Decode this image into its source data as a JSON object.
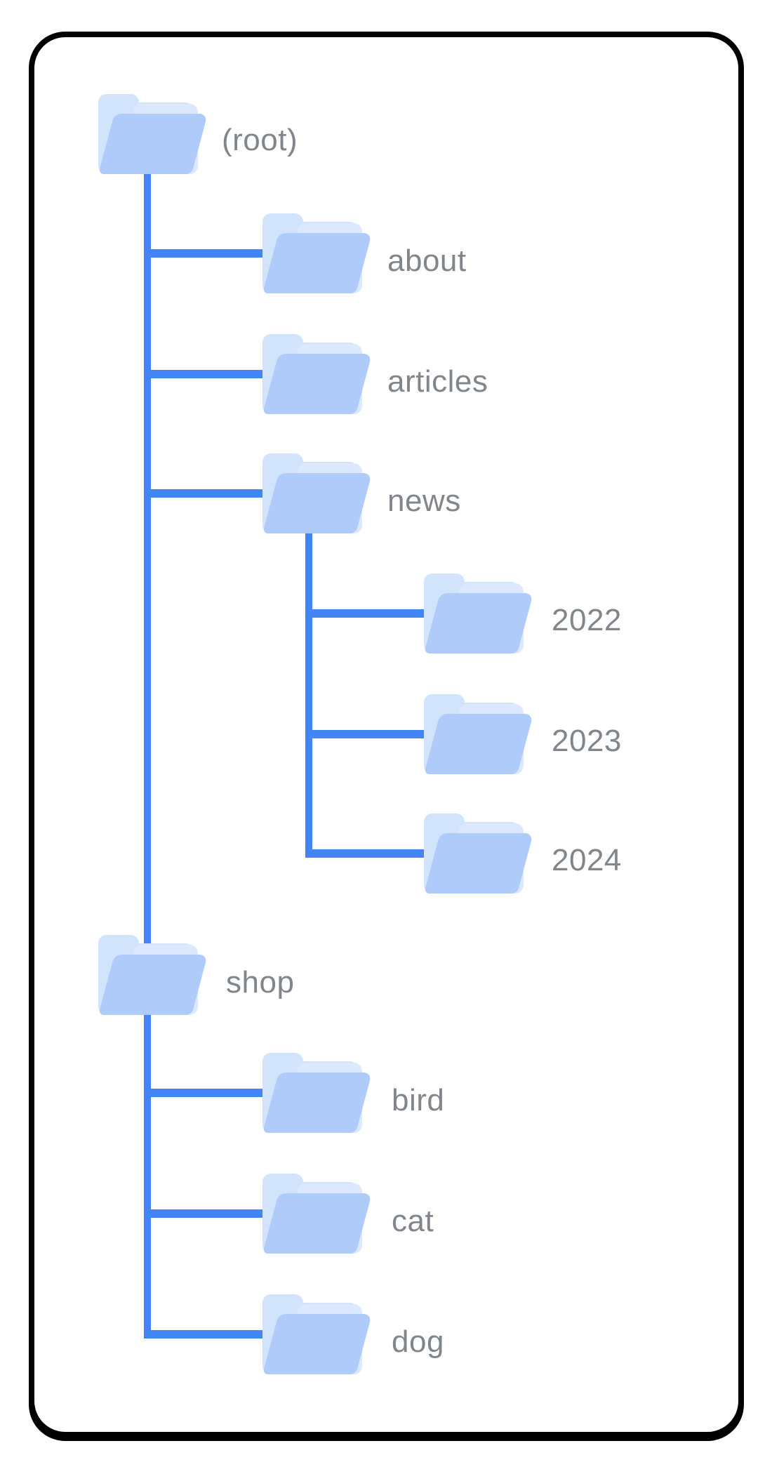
{
  "diagram": {
    "kind": "site-folder-structure-tree",
    "colors": {
      "background": "#FFFFFF",
      "frame_border": "#000000",
      "connector_blue": "#4285F4",
      "folder_front_blue": "#AECBFA",
      "folder_back_blue": "#D2E3FC",
      "folder_sheet_blue": "#DCE8FD",
      "label_gray": "#80868B"
    },
    "tree": {
      "label": "(root)",
      "children": [
        {
          "label": "about",
          "children": []
        },
        {
          "label": "articles",
          "children": []
        },
        {
          "label": "news",
          "children": [
            {
              "label": "2022"
            },
            {
              "label": "2023"
            },
            {
              "label": "2024"
            }
          ]
        },
        {
          "label": "shop",
          "children": [
            {
              "label": "bird"
            },
            {
              "label": "cat"
            },
            {
              "label": "dog"
            }
          ]
        }
      ]
    }
  }
}
